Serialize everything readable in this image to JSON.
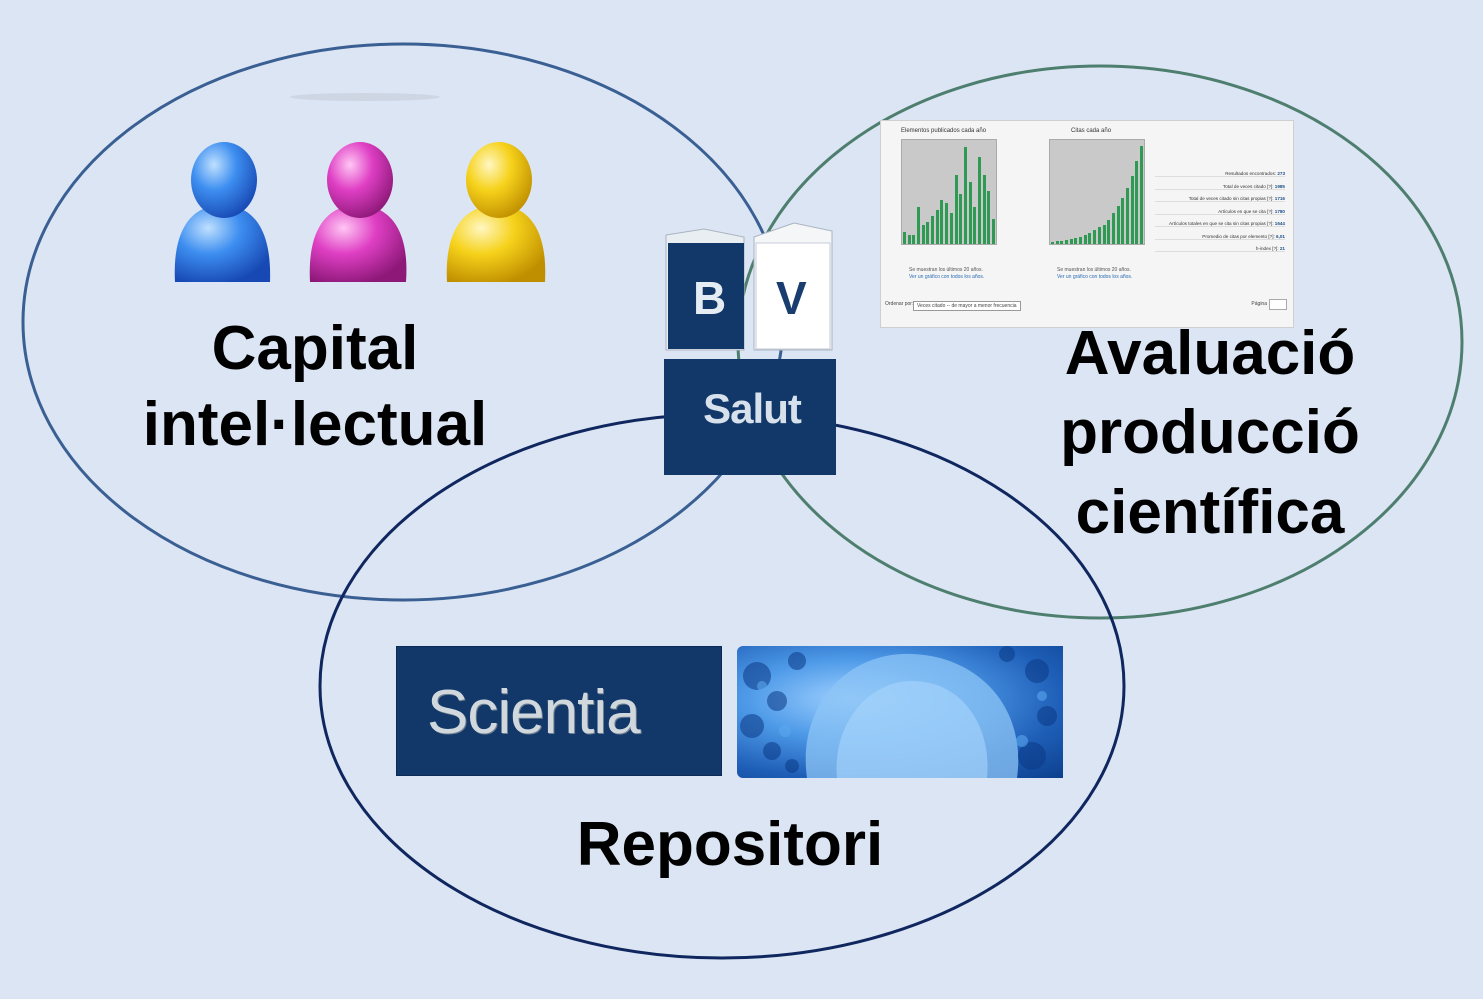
{
  "circles": {
    "capital": {
      "line1": "Capital",
      "line2": "intel·lectual",
      "stroke": "#3a5f93"
    },
    "avaluacio": {
      "line1": "Avaluació",
      "line2": "producció",
      "line3": "científica",
      "stroke": "#4e7e6e"
    },
    "repositori": {
      "label": "Repositori",
      "stroke": "#10265e"
    }
  },
  "user_icons": [
    {
      "name": "blue-user-icon",
      "color": "#2e7fe0"
    },
    {
      "name": "magenta-user-icon",
      "color": "#d23cb8"
    },
    {
      "name": "yellow-user-icon",
      "color": "#f1c40f"
    }
  ],
  "bv_logo": {
    "letter_b": "B",
    "letter_v": "V",
    "salut": "Salut",
    "dark": "#12386a"
  },
  "scientia": {
    "text": "Scientia"
  },
  "chart_screenshot": {
    "left_title": "Elementos publicados cada año",
    "right_title": "Citas cada año",
    "left_note1": "Se muestran los últimos 20 años.",
    "left_note2": "Ver un gráfico con todos los años.",
    "right_note1": "Se muestran los últimos 20 años.",
    "right_note2": "Ver un gráfico con todos los años.",
    "sort_label": "Ordenar por:",
    "sort_value": "Veces citado -- de mayor a menor frecuencia",
    "page_label": "Página",
    "stats": [
      {
        "label": "Resultados encontrados:",
        "value": "273"
      },
      {
        "label": "Total de veces citado [?]:",
        "value": "1985"
      },
      {
        "label": "Total de veces citado sin citas propias [?]:",
        "value": "1716"
      },
      {
        "label": "Artículos en que se cita [?]:",
        "value": "1780"
      },
      {
        "label": "Artículos totales en que se cita sin citas propias [?]:",
        "value": "1644"
      },
      {
        "label": "Promedio de citas por elemento [?]:",
        "value": "6,01"
      },
      {
        "label": "h-index [?]:",
        "value": "21"
      }
    ],
    "left_bars": [
      4,
      3,
      3,
      12,
      6,
      7,
      9,
      11,
      14,
      13,
      10,
      22,
      16,
      31,
      20,
      12,
      28,
      22,
      17,
      8
    ],
    "right_bars": [
      5,
      6,
      7,
      9,
      10,
      12,
      15,
      18,
      22,
      28,
      34,
      40,
      50,
      64,
      78,
      95,
      115,
      140,
      170,
      200
    ],
    "bar_color": "#2f9a53"
  }
}
